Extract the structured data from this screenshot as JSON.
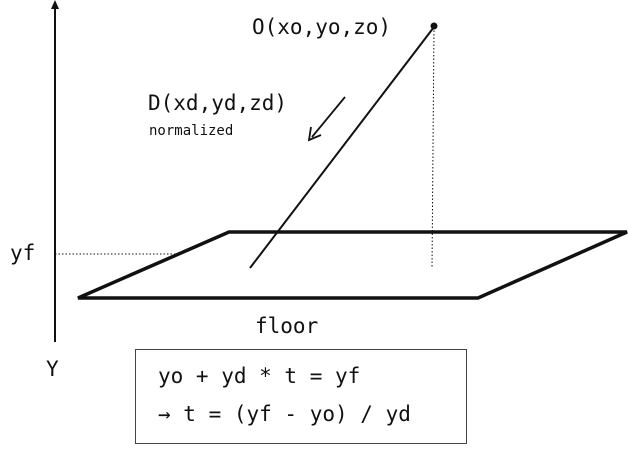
{
  "labels": {
    "origin": "O(xo,yo,zo)",
    "direction": "D(xd,yd,zd)",
    "direction_note": "normalized",
    "floor_height": "yf",
    "floor": "floor",
    "axis": "Y"
  },
  "equations": {
    "line1": "yo + yd * t = yf",
    "line2": "→ t = (yf - yo) / yd"
  }
}
